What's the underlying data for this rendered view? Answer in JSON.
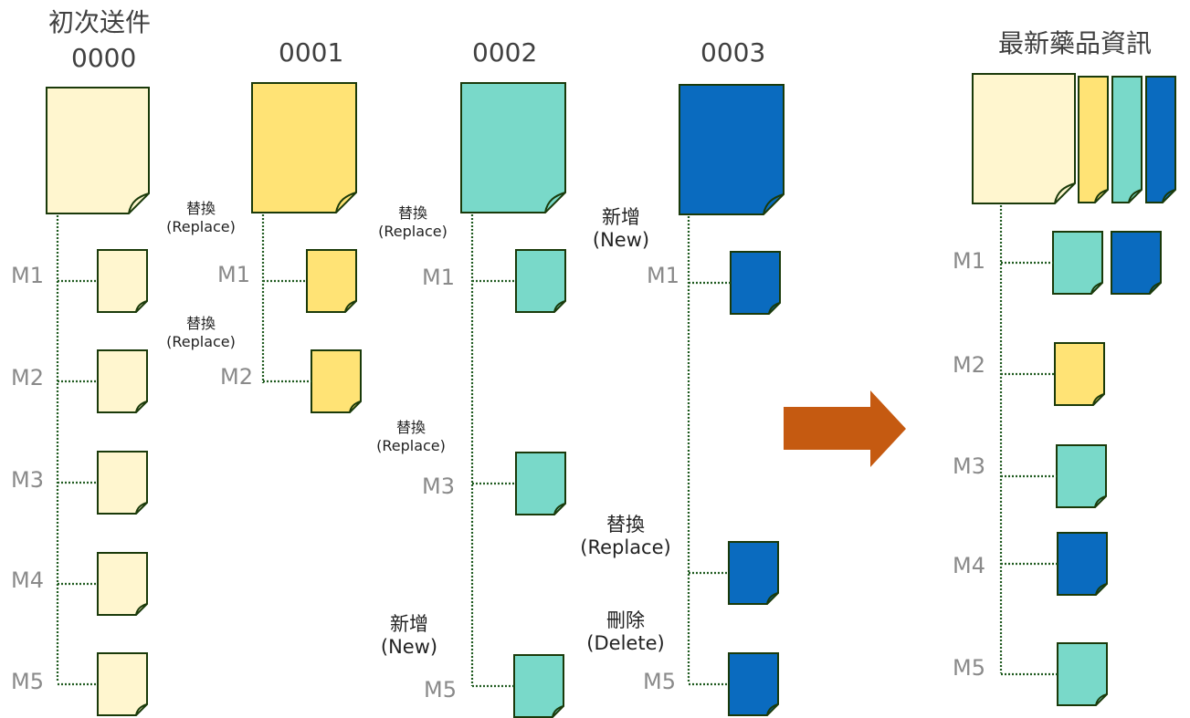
{
  "headers": {
    "initial_label": "初次送件",
    "s0000": "0000",
    "s0001": "0001",
    "s0002": "0002",
    "s0003": "0003",
    "result": "最新藥品資訊"
  },
  "modules": {
    "m1": "M1",
    "m2": "M2",
    "m3": "M3",
    "m4": "M4",
    "m5": "M5"
  },
  "actions": {
    "replace_zh": "替換",
    "replace_en": "(Replace)",
    "new_zh": "新增",
    "new_en": "(New)",
    "delete_zh": "刪除",
    "delete_en": "(Delete)"
  },
  "colors": {
    "seq_0000": "#FFF6CF",
    "seq_0001": "#FFE375",
    "seq_0002": "#79D9C9",
    "seq_0003": "#0A6BBF",
    "doc_border": "#1a3a0a",
    "arrow": "#C55A11",
    "connector": "#1f5a1f"
  }
}
